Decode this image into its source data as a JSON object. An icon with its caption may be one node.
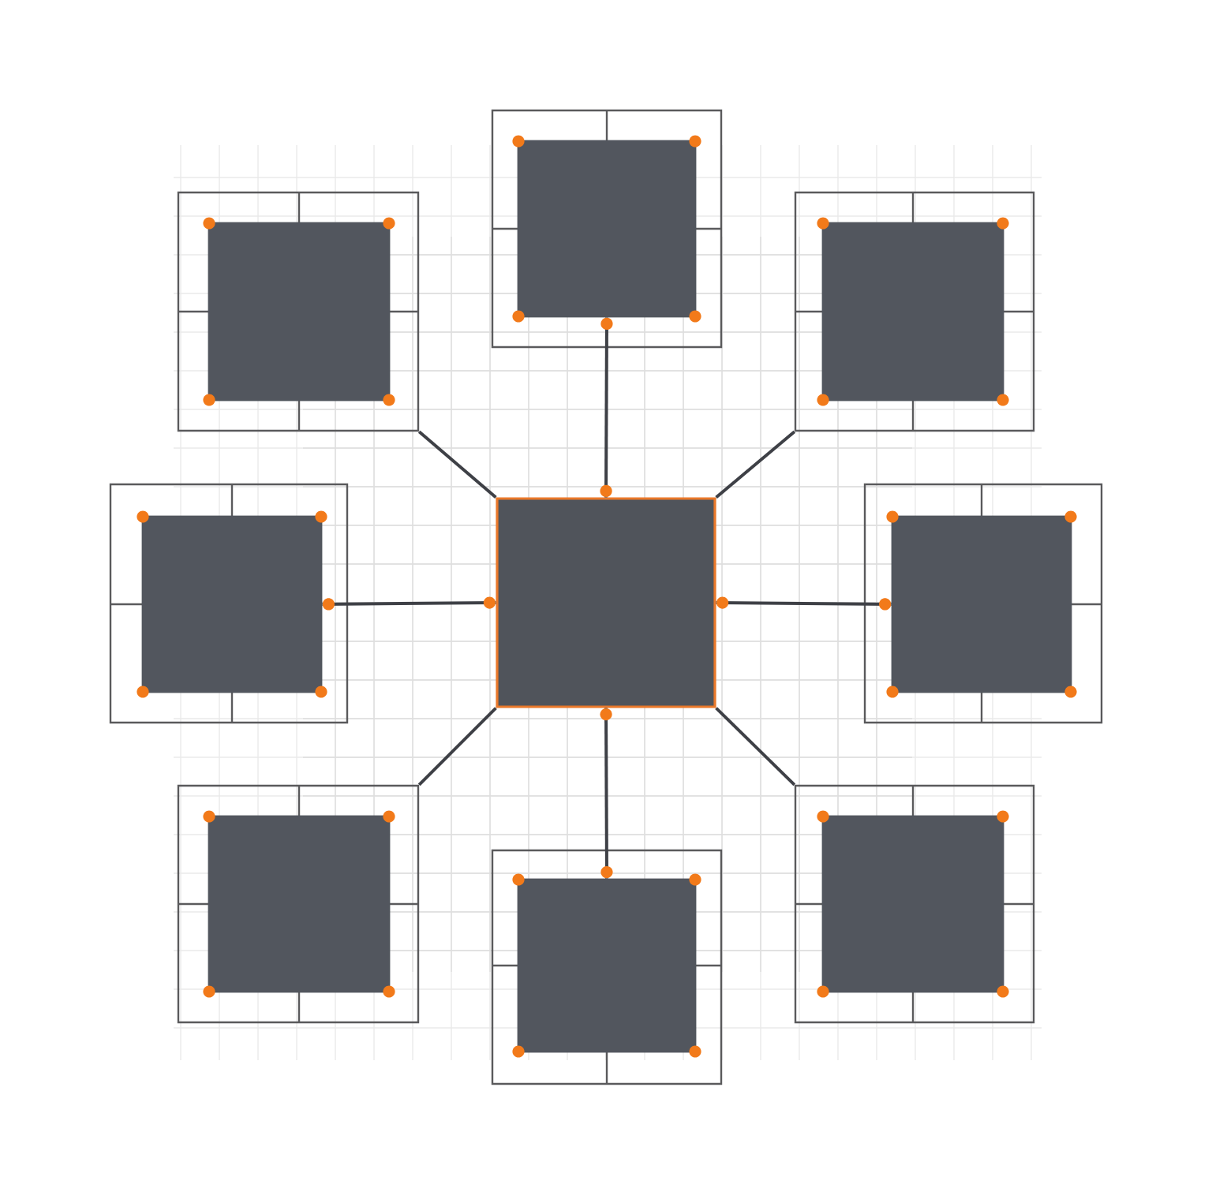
{
  "diagram": {
    "nodes": [
      {
        "text": [],
        "shape": "box"
      },
      {
        "text": [],
        "shape": "box",
        "in": 0
      },
      {
        "text": [],
        "shape": "box"
      },
      {
        "text": [],
        "shape": "box",
        "in": 2
      },
      {
        "text": [],
        "shape": "box"
      },
      {
        "text": [],
        "shape": "box",
        "in": 4
      },
      {
        "text": [],
        "shape": "box"
      },
      {
        "text": [],
        "shape": "box",
        "in": 6
      },
      {
        "text": [],
        "shape": "box"
      },
      {
        "text": [],
        "shape": "box"
      },
      {
        "text": [],
        "shape": "box",
        "in": 9
      },
      {
        "text": [],
        "shape": "box"
      },
      {
        "text": [],
        "shape": "box",
        "in": 11
      },
      {
        "text": [],
        "shape": "box"
      },
      {
        "text": [],
        "shape": "box",
        "in": 13
      },
      {
        "text": [],
        "shape": "box"
      },
      {
        "text": [],
        "shape": "box",
        "in": 15
      }
    ],
    "edges": [
      {
        "from": 8,
        "to": 1,
        "arrow": "other"
      },
      {
        "from": 8,
        "to": 2,
        "arrow": "none"
      },
      {
        "from": 8,
        "to": 4,
        "arrow": "none"
      },
      {
        "from": 8,
        "to": 7,
        "arrow": "other"
      },
      {
        "from": 8,
        "to": 10,
        "arrow": "other"
      },
      {
        "from": 8,
        "to": 11,
        "arrow": "none"
      },
      {
        "from": 8,
        "to": 14,
        "arrow": "other"
      },
      {
        "from": 8,
        "to": 15,
        "arrow": "none"
      }
    ]
  }
}
